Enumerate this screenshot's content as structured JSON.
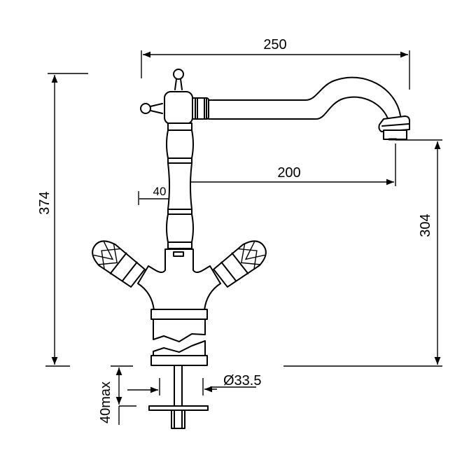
{
  "title": "Faucet dimension drawing",
  "dimensions": {
    "spout_reach": "250",
    "total_height": "374",
    "spout_projection": "200",
    "spout_height": "304",
    "column_diameter": "40",
    "mounting_thickness": "40max",
    "hole_diameter": "Ø33.5"
  },
  "colors": {
    "line": "#000000",
    "background": "#ffffff"
  }
}
